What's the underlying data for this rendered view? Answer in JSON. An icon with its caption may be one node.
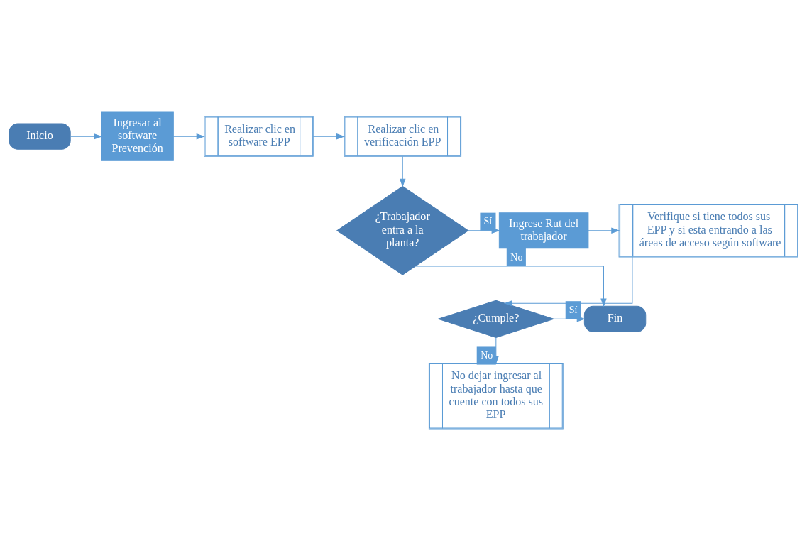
{
  "diagram": {
    "nodes": [
      {
        "text": [
          "Inicio"
        ]
      },
      {
        "text": [
          "Ingresar al software Prevención"
        ]
      },
      {
        "text": [
          "Realizar clic en software EPP"
        ]
      },
      {
        "text": [
          "Realizar clic en verificación EPP"
        ]
      },
      {
        "text": [
          "¿Trabajador entra a la planta?"
        ]
      },
      {
        "text": [
          "Ingrese Rut del trabajador"
        ]
      },
      {
        "text": [
          "Verifique si tiene todos sus EPP y si esta entrando a las áreas de acceso según software"
        ]
      },
      {
        "text": [
          "No dejar ingresar al trabajador hasta que cuente con todos sus EPP"
        ]
      },
      {
        "text": [
          "¿Cumple?"
        ]
      },
      {
        "text": [
          "Fin"
        ]
      }
    ],
    "edges": [
      {
        "from": 0,
        "to": 1,
        "arrow": "to"
      },
      {
        "from": 1,
        "to": 2,
        "arrow": "to"
      },
      {
        "from": 2,
        "to": 3,
        "arrow": "to"
      },
      {
        "from": 3,
        "to": 4,
        "arrow": "to"
      },
      {
        "from": 4,
        "to": 5,
        "arrow": "to",
        "label": "Sí"
      },
      {
        "from": 5,
        "to": 6,
        "arrow": "to"
      },
      {
        "from": 6,
        "to": 8,
        "arrow": "to"
      },
      {
        "from": 8,
        "to": 7,
        "arrow": "to",
        "label": "No"
      },
      {
        "from": 8,
        "to": 9,
        "arrow": "to",
        "label": "Sí"
      },
      {
        "from": 4,
        "to": 9,
        "arrow": "to",
        "label": "No"
      }
    ]
  }
}
